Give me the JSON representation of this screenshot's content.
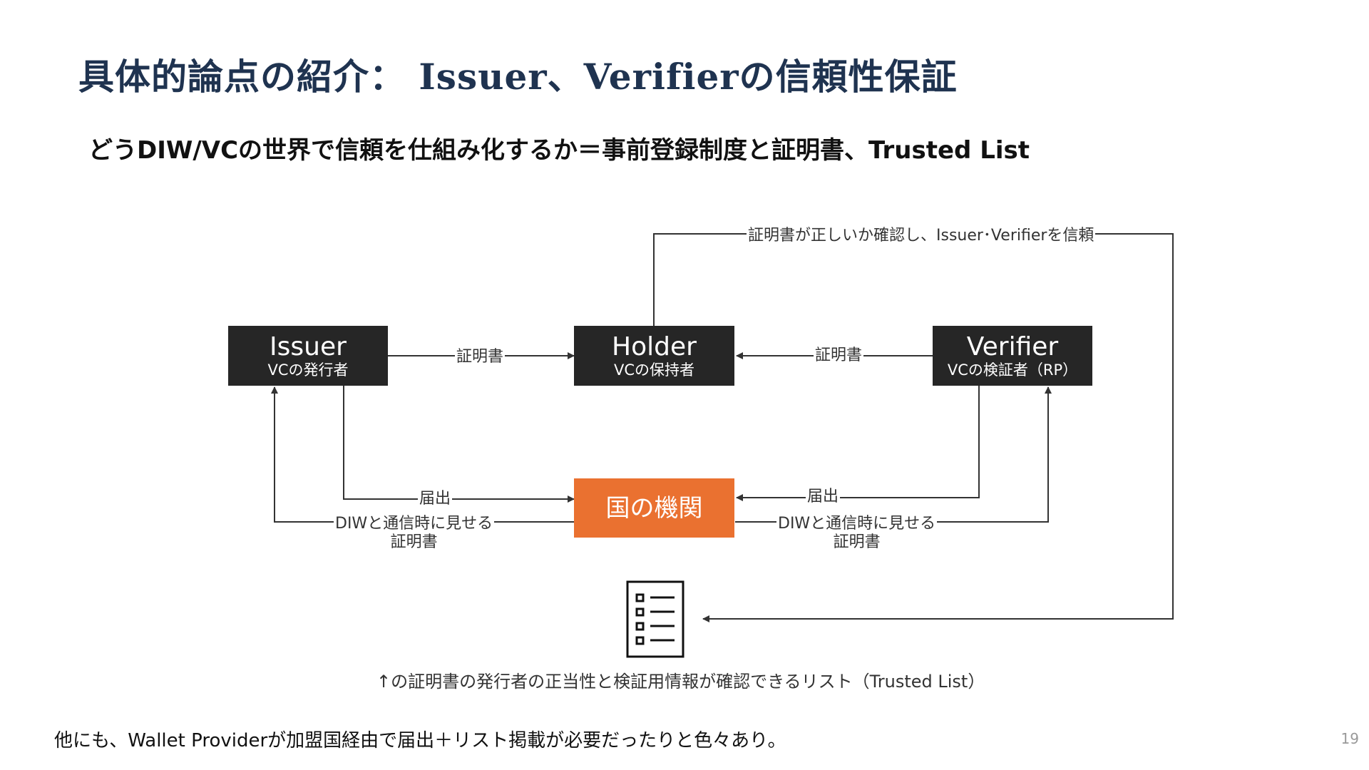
{
  "slide": {
    "title": "具体的論点の紹介： Issuer、Verifierの信頼性保証",
    "subtitle": "どうDIW/VCの世界で信頼を仕組み化するか＝事前登録制度と証明書、Trusted List",
    "footer": "他にも、Wallet Providerが加盟国経由で届出＋リスト掲載が必要だったりと色々あり。",
    "page_number": "19"
  },
  "diagram": {
    "nodes": {
      "issuer": {
        "title": "Issuer",
        "subtitle": "VCの発行者"
      },
      "holder": {
        "title": "Holder",
        "subtitle": "VCの保持者"
      },
      "verifier": {
        "title": "Verifier",
        "subtitle": "VCの検証者（RP）"
      },
      "agency": {
        "title": "国の機関"
      }
    },
    "edges": {
      "issuer_to_holder": "証明書",
      "verifier_to_holder": "証明書",
      "holder_to_verifier_top": "証明書が正しいか確認し、Issuer･Verifierを信頼",
      "issuer_notify": "届出",
      "issuer_cert_line1": "DIWと通信時に見せる",
      "issuer_cert_line2": "証明書",
      "verifier_notify": "届出",
      "verifier_cert_line1": "DIWと通信時に見せる",
      "verifier_cert_line2": "証明書"
    },
    "list_icon": "checklist-icon",
    "list_caption": "↑の証明書の発行者の正当性と検証用情報が確認できるリスト（Trusted List）"
  },
  "colors": {
    "title": "#1f3350",
    "node_dark": "#262626",
    "node_agency": "#ea7130",
    "arrow": "#333333"
  }
}
